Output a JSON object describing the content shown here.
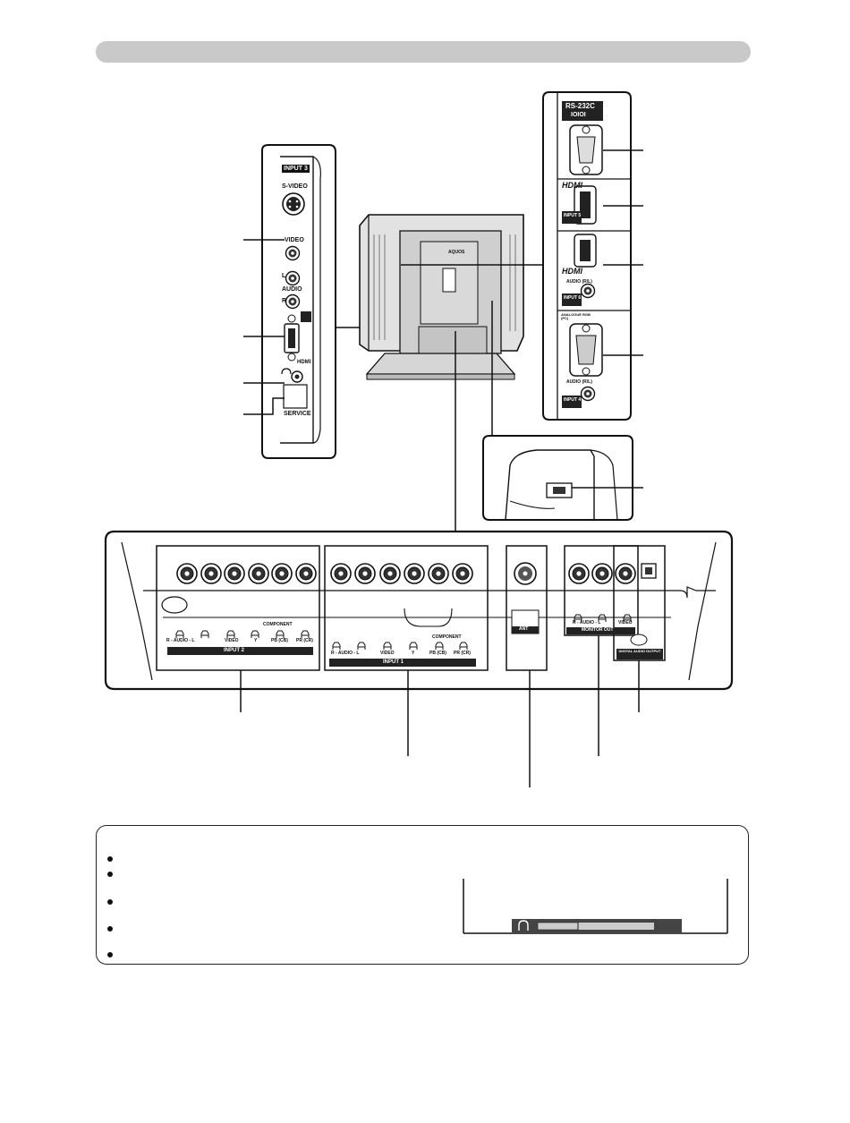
{
  "left_panel": {
    "input3": "INPUT 3",
    "svideo": "S-VIDEO",
    "video": "VIDEO",
    "l": "L",
    "audio": "AUDIO",
    "r": "R",
    "hdmi": "HDMI",
    "service": "SERVICE"
  },
  "tv": {
    "logo": "AQUOS"
  },
  "right_panel": {
    "rs232c": "RS-232C",
    "rs232c_sub": "IOIOI",
    "hdmi_logo": "HDMI",
    "input5": "INPUT 5",
    "input6": "INPUT 6",
    "audio_rl": "AUDIO (R/L)",
    "analogue_rgb": "ANALOGUE RGB (PC)",
    "input4": "INPUT 4"
  },
  "rear_panel": {
    "component_1": "COMPONENT",
    "component_2": "COMPONENT",
    "input2_labels": [
      "R - AUDIO - L",
      "VIDEO",
      "Y",
      "PB (CB)",
      "PR (CR)"
    ],
    "input1_labels": [
      "R - AUDIO - L",
      "VIDEO",
      "Y",
      "PB (CB)",
      "PR (CR)"
    ],
    "input2": "INPUT 2",
    "input1": "INPUT 1",
    "ant": "ANT",
    "monitor_labels": [
      "R - AUDIO - L",
      "VIDEO"
    ],
    "monitor_out": "MONITOR OUT",
    "digital_audio_output": "DIGITAL AUDIO OUTPUT"
  },
  "colors": {
    "header": "#c9c9c9",
    "line": "#111111",
    "panel_fill": "#ffffff",
    "dark_fill": "#222222"
  }
}
